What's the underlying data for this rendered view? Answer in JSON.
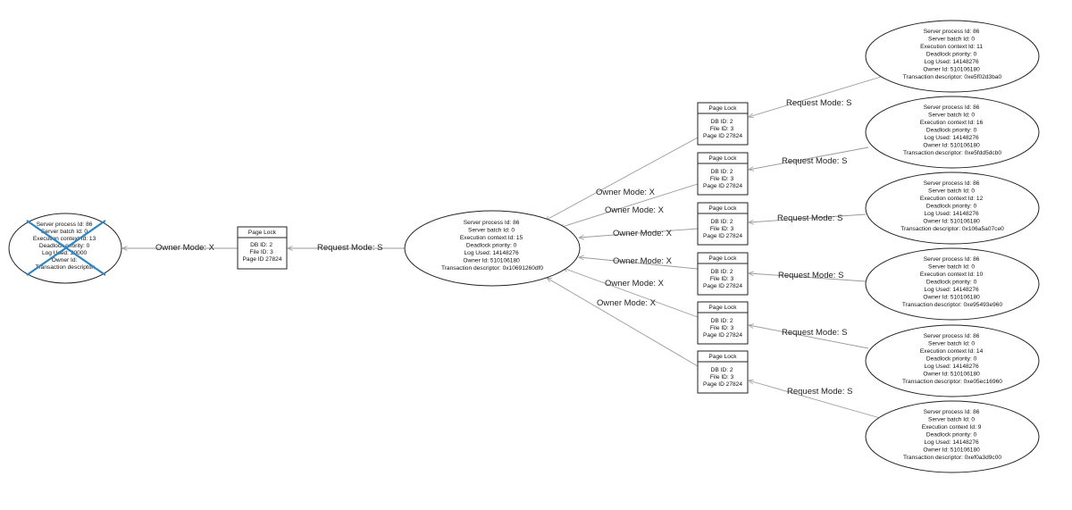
{
  "victim": {
    "lines": [
      "Server process Id: 86",
      "Server batch Id: 0",
      "Execution context Id: 13",
      "Deadlock priority: 0",
      "Log Used: 20000",
      "Owner Id:",
      "Transaction descriptor:"
    ]
  },
  "central": {
    "lines": [
      "Server process Id: 86",
      "Server batch Id: 0",
      "Execution context Id: 15",
      "Deadlock priority: 0",
      "Log Used: 14148276",
      "Owner Id: 510106180",
      "Transaction descriptor: 0x10691260df0"
    ]
  },
  "left_lock": {
    "title": "Page Lock",
    "lines": [
      "DB ID: 2",
      "File ID: 3",
      "Page ID 27824"
    ],
    "owner_label": "Owner Mode: X",
    "request_label": "Request Mode: S"
  },
  "branches": [
    {
      "lock": {
        "title": "Page Lock",
        "lines": [
          "DB ID: 2",
          "File ID: 3",
          "Page ID 27824"
        ]
      },
      "owner_label": "Owner Mode: X",
      "request_label": "Request Mode: S",
      "process": {
        "lines": [
          "Server process Id: 86",
          "Server batch Id: 0",
          "Execution context Id: 11",
          "Deadlock priority: 0",
          "Log Used: 14148276",
          "Owner Id: 510106180",
          "Transaction descriptor: 0xe5f02d3ba0"
        ]
      }
    },
    {
      "lock": {
        "title": "Page Lock",
        "lines": [
          "DB ID: 2",
          "File ID: 3",
          "Page ID 27824"
        ]
      },
      "owner_label": "Owner Mode: X",
      "request_label": "Request Mode: S",
      "process": {
        "lines": [
          "Server process Id: 86",
          "Server batch Id: 0",
          "Execution context Id: 16",
          "Deadlock priority: 0",
          "Log Used: 14148276",
          "Owner Id: 510106180",
          "Transaction descriptor: 0xe5fdd5dcb0"
        ]
      }
    },
    {
      "lock": {
        "title": "Page Lock",
        "lines": [
          "DB ID: 2",
          "File ID: 3",
          "Page ID 27824"
        ]
      },
      "owner_label": "Owner Mode: X",
      "request_label": "Request Mode: S",
      "process": {
        "lines": [
          "Server process Id: 86",
          "Server batch Id: 0",
          "Execution context Id: 12",
          "Deadlock priority: 0",
          "Log Used: 14148276",
          "Owner Id: 510106180",
          "Transaction descriptor: 0x106a5a07ce0"
        ]
      }
    },
    {
      "lock": {
        "title": "Page Lock",
        "lines": [
          "DB ID: 2",
          "File ID: 3",
          "Page ID 27824"
        ]
      },
      "owner_label": "Owner Mode: X",
      "request_label": "Request Mode: S",
      "process": {
        "lines": [
          "Server process Id: 86",
          "Server batch Id: 0",
          "Execution context Id: 10",
          "Deadlock priority: 0",
          "Log Used: 14148276",
          "Owner Id: 510106180",
          "Transaction descriptor: 0xe95493e960"
        ]
      }
    },
    {
      "lock": {
        "title": "Page Lock",
        "lines": [
          "DB ID: 2",
          "File ID: 3",
          "Page ID 27824"
        ]
      },
      "owner_label": "Owner Mode: X",
      "request_label": "Request Mode: S",
      "process": {
        "lines": [
          "Server process Id: 86",
          "Server batch Id: 0",
          "Execution context Id: 14",
          "Deadlock priority: 0",
          "Log Used: 14148276",
          "Owner Id: 510106180",
          "Transaction descriptor: 0xe05ec16960"
        ]
      }
    },
    {
      "lock": {
        "title": "Page Lock",
        "lines": [
          "DB ID: 2",
          "File ID: 3",
          "Page ID 27824"
        ]
      },
      "owner_label": "Owner Mode: X",
      "request_label": "Request Mode: S",
      "process": {
        "lines": [
          "Server process Id: 86",
          "Server batch Id: 0",
          "Execution context Id: 9",
          "Deadlock priority: 0",
          "Log Used: 14148276",
          "Owner Id: 510106180",
          "Transaction descriptor: 0xef0a3d9c00"
        ]
      }
    }
  ],
  "colors": {
    "victim_cross": "#2e86c1",
    "edge": "#9a9a9a",
    "stroke": "#222222"
  }
}
